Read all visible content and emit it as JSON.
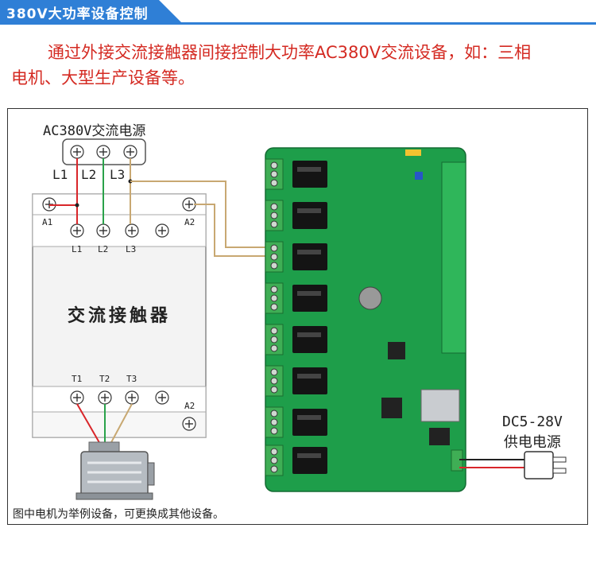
{
  "header": {
    "title": "380V大功率设备控制"
  },
  "intro": {
    "line1": "通过外接交流接触器间接控制大功率AC380V交流设备，如：三相",
    "line2": "电机、大型生产设备等。"
  },
  "diagram": {
    "ac_source_label": "AC380V交流电源",
    "phase_labels": [
      "L1",
      "L2",
      "L3"
    ],
    "contactor": {
      "name": "交流接触器",
      "top_terminals": [
        "A1",
        "A2"
      ],
      "line_terminals": [
        "L1",
        "L2",
        "L3"
      ],
      "load_terminals": [
        "T1",
        "T2",
        "T3"
      ],
      "bottom_coil_terminal": "A2"
    },
    "power_supply": {
      "line1": "DC5-28V",
      "line2": "供电电源"
    },
    "note": "图中电机为举例设备，可更换成其他设备。",
    "wire_colors": {
      "l1": "#d9262a",
      "l2": "#2aa24a",
      "l3": "#c8a872"
    },
    "board_color": "#1e9e4a"
  }
}
